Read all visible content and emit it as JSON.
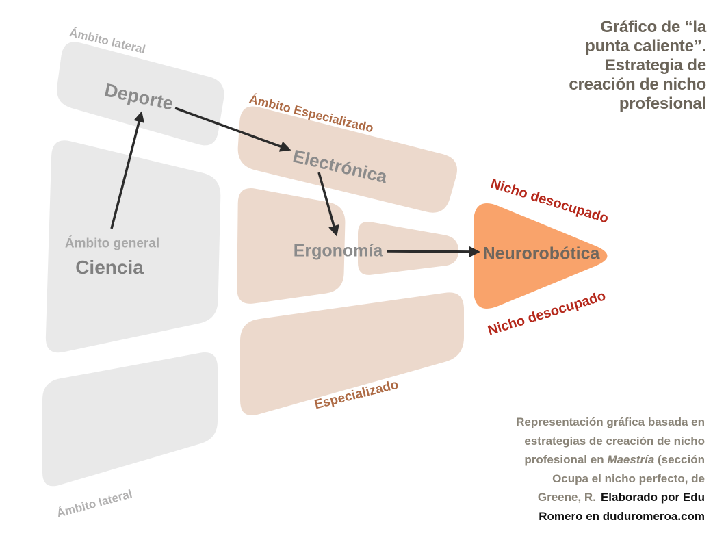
{
  "title": {
    "lines": [
      "Gráfico de “la",
      "punta caliente”.",
      "Estrategia de",
      "creación de nicho",
      "profesional"
    ]
  },
  "labels": {
    "ambito_lateral_top": "Ámbito lateral",
    "deporte": "Deporte",
    "ambito_general": "Ámbito general",
    "ciencia": "Ciencia",
    "ambito_lateral_bottom": "Ámbito lateral",
    "ambito_especializado": "Ámbito Especializado",
    "electronica": "Electrónica",
    "ergonomia": "Ergonomía",
    "especializado": "Especializado",
    "neurorobotica": "Neurorobótica",
    "nicho_desocupado_top": "Nicho desocupado",
    "nicho_desocupado_bottom": "Nicho desocupado"
  },
  "caption": {
    "line1": "Representación gráfica basada en",
    "line2": "estrategias de creación de nicho",
    "line3a": "profesional en ",
    "line3b": "Maestría",
    "line3c": " (sección",
    "line4": "Ocupa el nicho perfecto, de",
    "line5a": "Greene, R.",
    "line5b": "Elaborado por Edu",
    "line6": "Romero en duduromeroa.com"
  },
  "colors": {
    "shape_gray": "#e9e9e9",
    "shape_peach": "#ecd9cc",
    "shape_orange": "#f9a36b",
    "arrow": "#2b2b2b",
    "label_gray_light": "#b1b0b0",
    "label_gray": "#8b8b8b",
    "label_gray_mid": "#a9a9a9",
    "label_gray_dark": "#7f7f7f",
    "label_brown": "#ad6a44",
    "label_red": "#b5281b",
    "label_on_orange": "#6f675e",
    "title_text": "#6b6459",
    "caption_gray": "#8a8478",
    "caption_black": "#121212"
  }
}
